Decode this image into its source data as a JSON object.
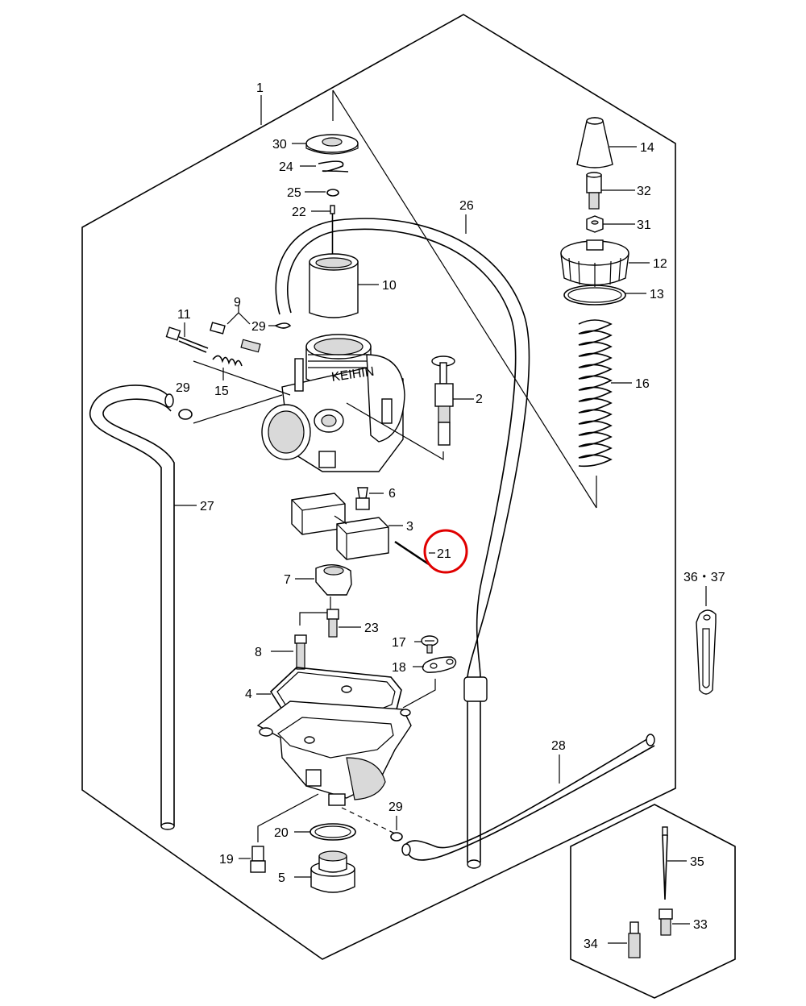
{
  "callouts": [
    {
      "id": "c1",
      "text": "1"
    },
    {
      "id": "c2",
      "text": "2"
    },
    {
      "id": "c3",
      "text": "3"
    },
    {
      "id": "c4",
      "text": "4"
    },
    {
      "id": "c5",
      "text": "5"
    },
    {
      "id": "c6",
      "text": "6"
    },
    {
      "id": "c7",
      "text": "7"
    },
    {
      "id": "c8",
      "text": "8"
    },
    {
      "id": "c9",
      "text": "9"
    },
    {
      "id": "c10",
      "text": "10"
    },
    {
      "id": "c11",
      "text": "11"
    },
    {
      "id": "c12",
      "text": "12"
    },
    {
      "id": "c13",
      "text": "13"
    },
    {
      "id": "c14",
      "text": "14"
    },
    {
      "id": "c15",
      "text": "15"
    },
    {
      "id": "c16",
      "text": "16"
    },
    {
      "id": "c17",
      "text": "17"
    },
    {
      "id": "c18",
      "text": "18"
    },
    {
      "id": "c19",
      "text": "19"
    },
    {
      "id": "c20",
      "text": "20"
    },
    {
      "id": "c21",
      "text": "21"
    },
    {
      "id": "c22",
      "text": "22"
    },
    {
      "id": "c23",
      "text": "23"
    },
    {
      "id": "c24",
      "text": "24"
    },
    {
      "id": "c25",
      "text": "25"
    },
    {
      "id": "c26",
      "text": "26"
    },
    {
      "id": "c27",
      "text": "27"
    },
    {
      "id": "c28",
      "text": "28"
    },
    {
      "id": "c29a",
      "text": "29"
    },
    {
      "id": "c29b",
      "text": "29"
    },
    {
      "id": "c29c",
      "text": "29"
    },
    {
      "id": "c30",
      "text": "30"
    },
    {
      "id": "c31",
      "text": "31"
    },
    {
      "id": "c32",
      "text": "32"
    },
    {
      "id": "c33",
      "text": "33"
    },
    {
      "id": "c34",
      "text": "34"
    },
    {
      "id": "c35",
      "text": "35"
    },
    {
      "id": "c3637",
      "text": "36・37"
    }
  ],
  "brand_mark": "KEIHIN",
  "highlight": {
    "part": "21",
    "color": "#e00000"
  }
}
